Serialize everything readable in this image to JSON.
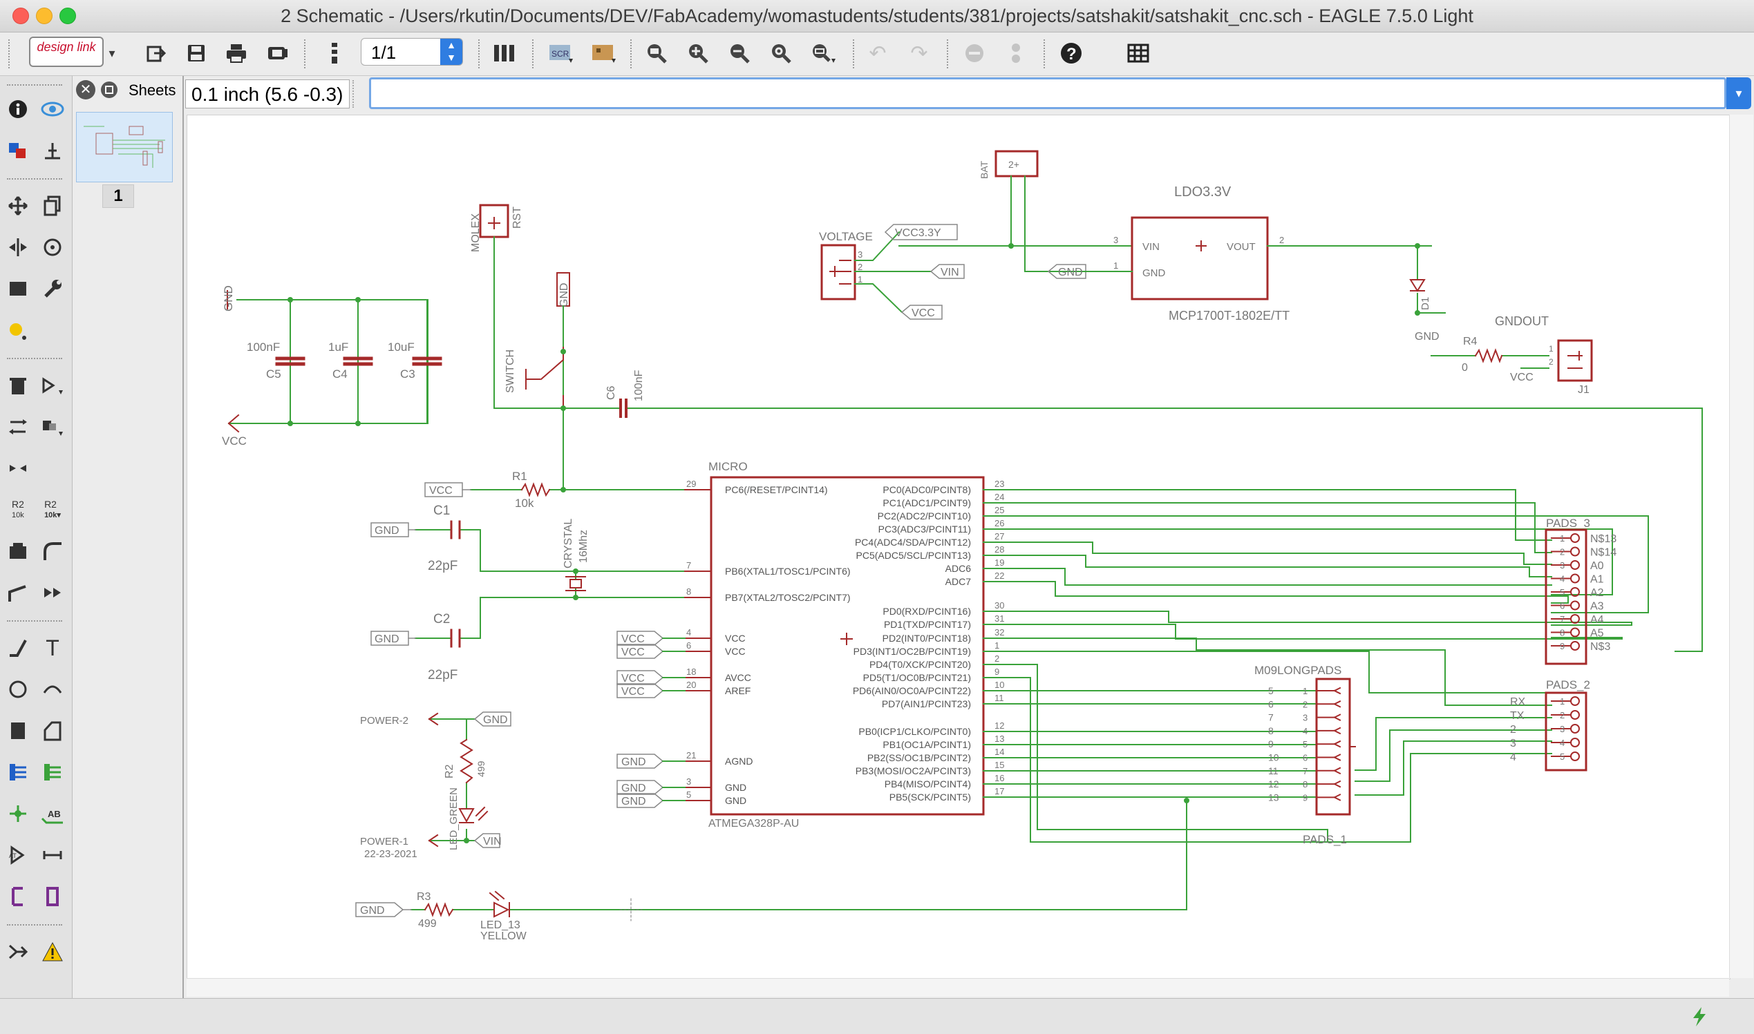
{
  "window": {
    "title": "2 Schematic - /Users/rkutin/Documents/DEV/FabAcademy/womastudents/students/381/projects/satshakit/satshakit_cnc.sch - EAGLE 7.5.0 Light"
  },
  "toolbar": {
    "designlink_label": "design link",
    "sheet_selector_value": "1/1"
  },
  "panel": {
    "sheets_title": "Sheets",
    "sheet_number": "1"
  },
  "command": {
    "grid_info": "0.1 inch (5.6 -0.3)",
    "command_value": ""
  },
  "icons": {
    "info": "info-icon",
    "eye": "eye-icon",
    "move": "move-icon",
    "copy": "copy-icon",
    "mirror": "mirror-icon",
    "rotate": "rotate-icon",
    "group": "group-icon",
    "wrench": "wrench-icon",
    "delete": "trash-icon",
    "wire": "wire-icon",
    "text": "text-icon",
    "circle": "circle-icon",
    "arc": "arc-icon",
    "rect": "rectangle-icon",
    "polygon": "polygon-icon",
    "bus": "bus-icon",
    "net": "net-icon",
    "junction": "junction-icon",
    "label": "label-icon",
    "erc": "erc-icon",
    "warning": "warning-icon",
    "help": "help-icon",
    "grid": "grid-icon",
    "zoom_fit": "zoom-fit-icon",
    "zoom_in": "zoom-in-icon",
    "zoom_out": "zoom-out-icon",
    "zoom_redraw": "zoom-redraw-icon",
    "zoom_select": "zoom-select-icon",
    "undo": "undo-icon",
    "redo": "redo-icon",
    "stop": "stop-icon",
    "go": "go-icon",
    "status_flash": "flash-icon"
  },
  "colors": {
    "net": "#3aa23a",
    "symbol": "#a52a2a",
    "label": "#6b6b6b",
    "pin_text": "#555555",
    "accent": "#2f7de1"
  },
  "schematic": {
    "caps": {
      "gnd": "GND",
      "vcc": "VCC",
      "c5_val": "100nF",
      "c5": "C5",
      "c4_val": "1uF",
      "c4": "C4",
      "c3_val": "10uF",
      "c3": "C3"
    },
    "reset": {
      "name": "MOLEX",
      "pin": "RST",
      "switch": "SWITCH",
      "gnd": "GND",
      "c6": "C6",
      "c6_val": "100nF"
    },
    "mcu": {
      "name": "MICRO",
      "part": "ATMEGA328P-AU",
      "left_pins": [
        {
          "num": "29",
          "name": "PC6(/RESET/PCINT14)"
        },
        {
          "num": "7",
          "name": "PB6(XTAL1/TOSC1/PCINT6)"
        },
        {
          "num": "8",
          "name": "PB7(XTAL2/TOSC2/PCINT7)"
        },
        {
          "num": "4",
          "name": "VCC"
        },
        {
          "num": "6",
          "name": "VCC"
        },
        {
          "num": "18",
          "name": "AVCC"
        },
        {
          "num": "20",
          "name": "AREF"
        },
        {
          "num": "21",
          "name": "AGND"
        },
        {
          "num": "3",
          "name": "GND"
        },
        {
          "num": "5",
          "name": "GND"
        }
      ],
      "right_pins": [
        {
          "num": "23",
          "name": "PC0(ADC0/PCINT8)"
        },
        {
          "num": "24",
          "name": "PC1(ADC1/PCINT9)"
        },
        {
          "num": "25",
          "name": "PC2(ADC2/PCINT10)"
        },
        {
          "num": "26",
          "name": "PC3(ADC3/PCINT11)"
        },
        {
          "num": "27",
          "name": "PC4(ADC4/SDA/PCINT12)"
        },
        {
          "num": "28",
          "name": "PC5(ADC5/SCL/PCINT13)"
        },
        {
          "num": "19",
          "name": "ADC6"
        },
        {
          "num": "22",
          "name": "ADC7"
        },
        {
          "num": "30",
          "name": "PD0(RXD/PCINT16)"
        },
        {
          "num": "31",
          "name": "PD1(TXD/PCINT17)"
        },
        {
          "num": "32",
          "name": "PD2(INT0/PCINT18)"
        },
        {
          "num": "1",
          "name": "PD3(INT1/OC2B/PCINT19)"
        },
        {
          "num": "2",
          "name": "PD4(T0/XCK/PCINT20)"
        },
        {
          "num": "9",
          "name": "PD5(T1/OC0B/PCINT21)"
        },
        {
          "num": "10",
          "name": "PD6(AIN0/OC0A/PCINT22)"
        },
        {
          "num": "11",
          "name": "PD7(AIN1/PCINT23)"
        },
        {
          "num": "12",
          "name": "PB0(ICP1/CLKO/PCINT0)"
        },
        {
          "num": "13",
          "name": "PB1(OC1A/PCINT1)"
        },
        {
          "num": "14",
          "name": "PB2(SS/OC1B/PCINT2)"
        },
        {
          "num": "15",
          "name": "PB3(MOSI/OC2A/PCINT3)"
        },
        {
          "num": "16",
          "name": "PB4(MISO/PCINT4)"
        },
        {
          "num": "17",
          "name": "PB5(SCK/PCINT5)"
        }
      ],
      "power_labels": [
        "VCC",
        "VCC",
        "VCC",
        "VCC",
        "GND",
        "GND",
        "GND"
      ]
    },
    "r1": {
      "name": "R1",
      "val": "10k",
      "vcc": "VCC"
    },
    "xtal": {
      "c1": "C1",
      "c1_val": "22pF",
      "c2": "C2",
      "c2_val": "22pF",
      "gnd1": "GND",
      "gnd2": "GND",
      "name": "CRYSTAL",
      "val": "16Mhz"
    },
    "power": {
      "label": "POWER-2",
      "gnd": "GND",
      "r2": "R2",
      "r2_val": "499",
      "led": "LED_GREEN",
      "vin": "VIN",
      "power1": "POWER-1",
      "power1_date": "22-23-2021"
    },
    "led13": {
      "gnd": "GND",
      "r3": "R3",
      "r3_val": "499",
      "led": "LED_13",
      "led_color": "YELLOW"
    },
    "voltage": {
      "name": "VOLTAGE",
      "vcc33": "VCC3.3Y",
      "vin": "VIN",
      "vcc": "VCC",
      "pins": [
        "3",
        "2",
        "1"
      ]
    },
    "batt": {
      "name": "BAT",
      "pin": "2+"
    },
    "ldo": {
      "title": "LDO3.3V",
      "vin": "VIN",
      "vout": "VOUT",
      "gnd_pin": "GND",
      "gnd": "GND",
      "pin_vin": "3",
      "pin_gnd": "1",
      "pin_vout": "2",
      "part": "MCP1700T-1802E/TT",
      "d1": "D1"
    },
    "gndout": {
      "title": "GNDOUT",
      "gnd": "GND",
      "r4": "R4",
      "r4_val": "0",
      "vcc": "VCC",
      "j1": "J1",
      "pins": [
        "1",
        "2"
      ]
    },
    "pads3": {
      "title": "PADS_3",
      "nums": [
        "1",
        "2",
        "3",
        "4",
        "5",
        "6",
        "7",
        "8",
        "9"
      ],
      "labels": [
        "N$13",
        "N$14",
        "A0",
        "A1",
        "A2",
        "A3",
        "A4",
        "A5",
        "N$3"
      ]
    },
    "m09": {
      "title": "M09LONGPADS",
      "left": [
        "5",
        "6",
        "7",
        "8",
        "9",
        "10",
        "11",
        "12",
        "13"
      ],
      "inner": [
        "1",
        "2",
        "3",
        "4",
        "5",
        "6",
        "7",
        "8",
        "9"
      ]
    },
    "pads2": {
      "title": "PADS_2",
      "labels": [
        "RX",
        "TX",
        "2",
        "3",
        "4"
      ],
      "nums": [
        "1",
        "2",
        "3",
        "4",
        "5"
      ]
    },
    "pads1": {
      "title": "PADS_1"
    }
  }
}
